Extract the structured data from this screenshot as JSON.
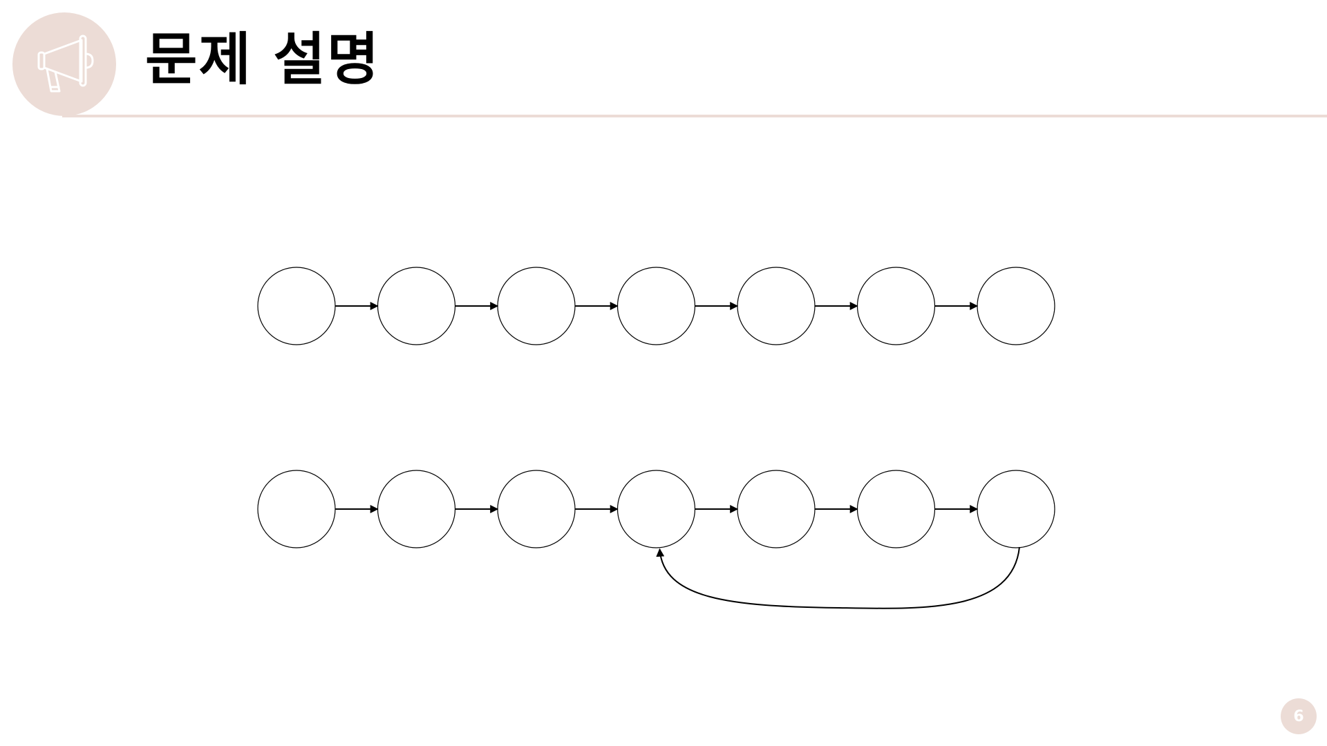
{
  "slide": {
    "title": "문제 설명",
    "page_number": "6",
    "header_icon": "megaphone-icon",
    "accent_color": "#ecdcd6"
  },
  "diagrams": [
    {
      "name": "linked-list",
      "node_count": 7,
      "edges": [
        [
          0,
          1
        ],
        [
          1,
          2
        ],
        [
          2,
          3
        ],
        [
          3,
          4
        ],
        [
          4,
          5
        ],
        [
          5,
          6
        ]
      ]
    },
    {
      "name": "linked-list-with-cycle",
      "node_count": 7,
      "edges": [
        [
          0,
          1
        ],
        [
          1,
          2
        ],
        [
          2,
          3
        ],
        [
          3,
          4
        ],
        [
          4,
          5
        ],
        [
          5,
          6
        ]
      ],
      "cycle_edge": [
        6,
        3
      ]
    }
  ]
}
